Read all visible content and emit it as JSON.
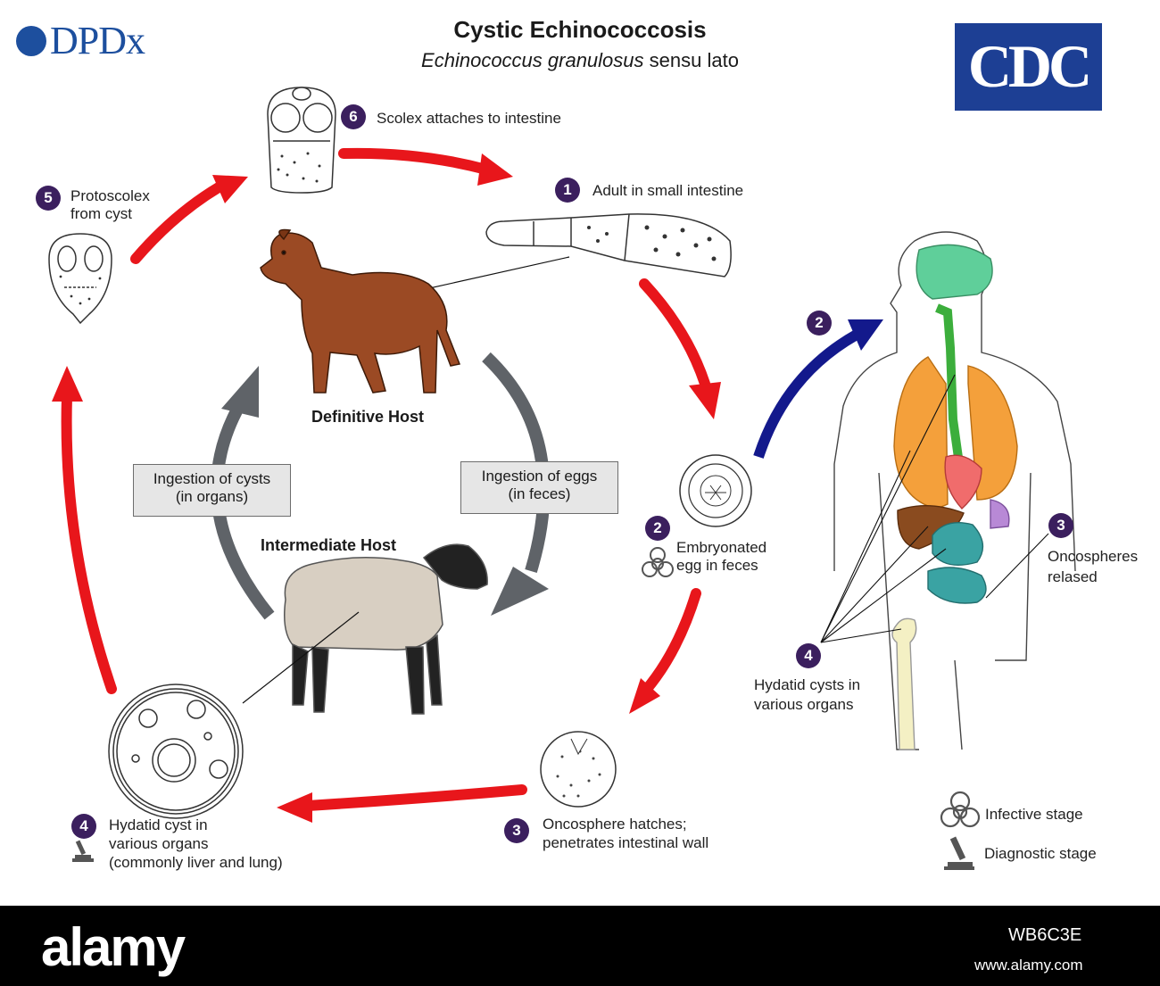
{
  "header": {
    "dpdx_logo": "DPDx",
    "title": "Cystic Echinococcosis",
    "subtitle_italic": "Echinococcus granulosus",
    "subtitle_rest": " sensu lato",
    "cdc_logo": "CDC"
  },
  "stages": {
    "s1": {
      "num": "1",
      "text": "Adult in small intestine"
    },
    "s2": {
      "num": "2",
      "line1": "Embryonated",
      "line2": "egg in feces"
    },
    "s2_human": {
      "num": "2"
    },
    "s3": {
      "num": "3",
      "line1": "Oncosphere hatches;",
      "line2": "penetrates intestinal wall"
    },
    "s3_human": {
      "num": "3",
      "line1": "Oncospheres",
      "line2": "relased"
    },
    "s4": {
      "num": "4",
      "line1": "Hydatid cyst in",
      "line2": "various organs",
      "line3": "(commonly liver and lung)"
    },
    "s4_human": {
      "num": "4",
      "line1": "Hydatid cysts in",
      "line2": "various organs"
    },
    "s5": {
      "num": "5",
      "line1": "Protoscolex",
      "line2": "from cyst"
    },
    "s6": {
      "num": "6",
      "text": "Scolex attaches to intestine"
    }
  },
  "hosts": {
    "definitive": "Definitive Host",
    "intermediate": "Intermediate Host"
  },
  "boxes": {
    "cysts": {
      "line1": "Ingestion of cysts",
      "line2": "(in organs)"
    },
    "eggs": {
      "line1": "Ingestion of eggs",
      "line2": "(in feces)"
    }
  },
  "legend": {
    "infective": "Infective stage",
    "diagnostic": "Diagnostic stage"
  },
  "colors": {
    "red_arrow": "#e8161b",
    "gray_arrow": "#5f6368",
    "blue_arrow": "#13198c",
    "number_badge": "#3b1f5e",
    "dog": "#9b4a24",
    "sheep": "#d8cfc2",
    "brain": "#5fcf9a",
    "lungs": "#f4a03b",
    "liver": "#8a4b1f",
    "intestine": "#3aa3a3",
    "heart": "#f06c6c",
    "bone": "#f4f0c4"
  },
  "footer": {
    "brand": "alamy",
    "image_id": "WB6C3E",
    "url": "www.alamy.com"
  }
}
